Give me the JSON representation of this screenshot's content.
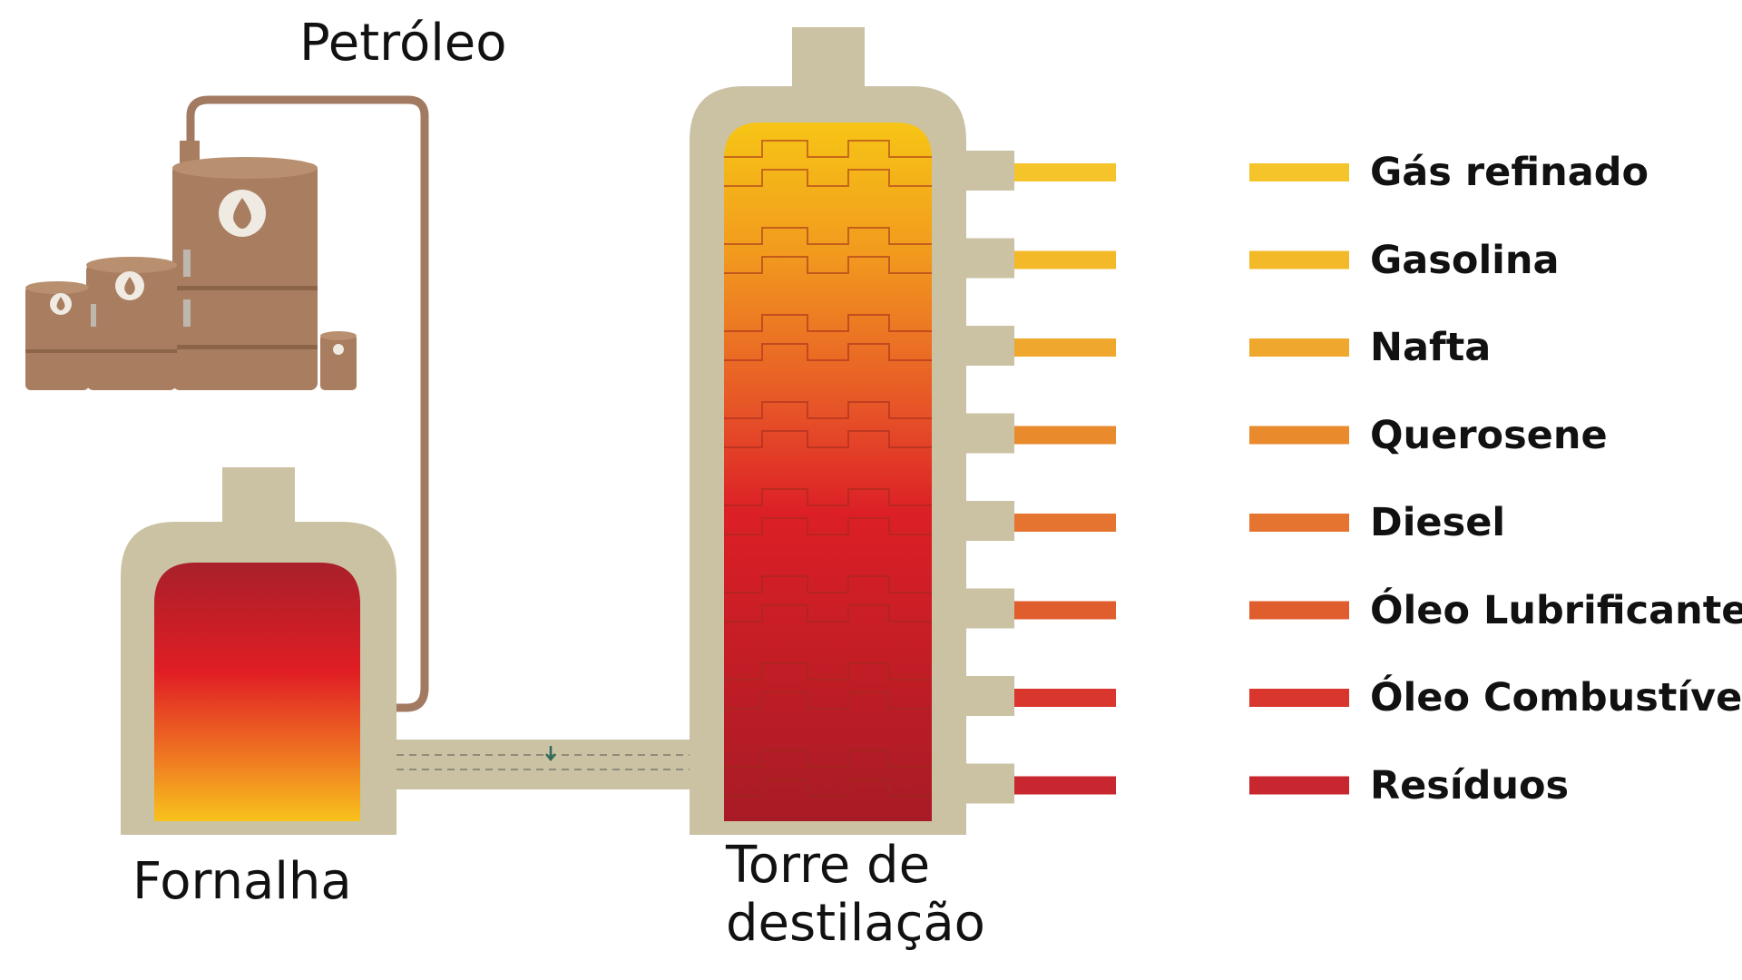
{
  "labels": {
    "source": "Petróleo",
    "furnace": "Fornalha",
    "tower_line1": "Torre de",
    "tower_line2": "destilação"
  },
  "colors": {
    "frame": "#CBC2A3",
    "tank": "#A97D5F",
    "tank_dark": "#8C6448",
    "pipe": "#A27A62"
  },
  "icons": [
    "oil-drop-icon"
  ],
  "fractions": [
    {
      "name": "Gás refinado",
      "color": "#F4C42A"
    },
    {
      "name": "Gasolina",
      "color": "#F3B929"
    },
    {
      "name": "Nafta",
      "color": "#EFA82D"
    },
    {
      "name": "Querosene",
      "color": "#E98A2D"
    },
    {
      "name": "Diesel",
      "color": "#E57430"
    },
    {
      "name": "Óleo Lubrificante",
      "color": "#E05E2E"
    },
    {
      "name": "Óleo Combustível",
      "color": "#D9362E"
    },
    {
      "name": "Resíduos",
      "color": "#C9272F"
    }
  ]
}
